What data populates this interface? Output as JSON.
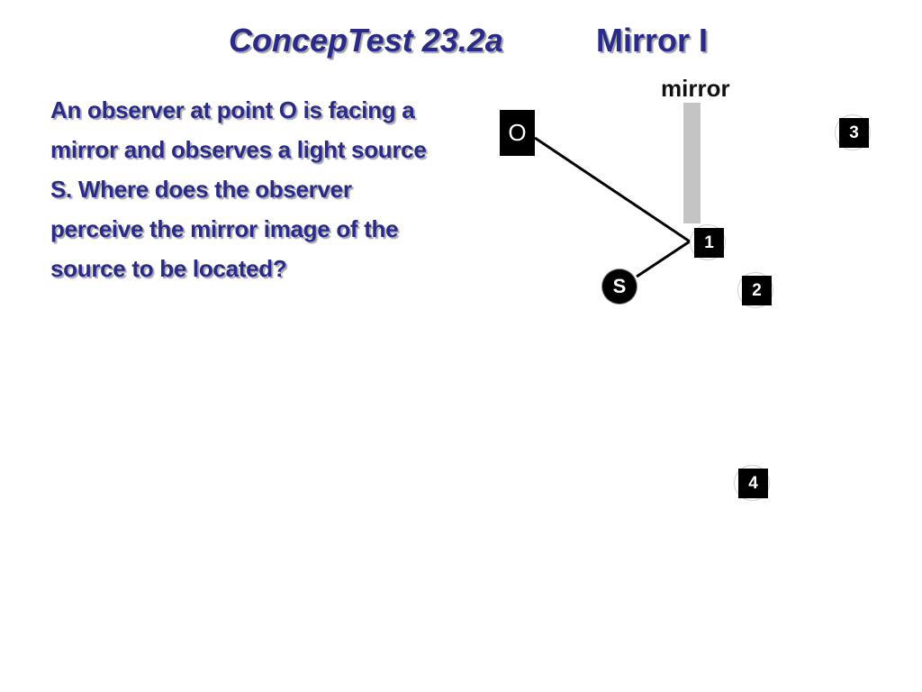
{
  "title": {
    "left": "ConcepTest 23.2a",
    "right": "Mirror I"
  },
  "question": "An observer at point O is facing a\nmirror and observes a light source\nS.    Where does the observer\nperceive the mirror image of the\nsource to be located?",
  "diagram": {
    "mirror_label": "mirror",
    "observer_label": "O",
    "source_label": "S",
    "options": [
      "1",
      "2",
      "3",
      "4"
    ],
    "colors": {
      "title_text": "#2a2a8a",
      "mirror": "#c4c4c4",
      "ray": "#000000",
      "marker_fill": "#000000",
      "marker_text": "#ffffff"
    }
  }
}
